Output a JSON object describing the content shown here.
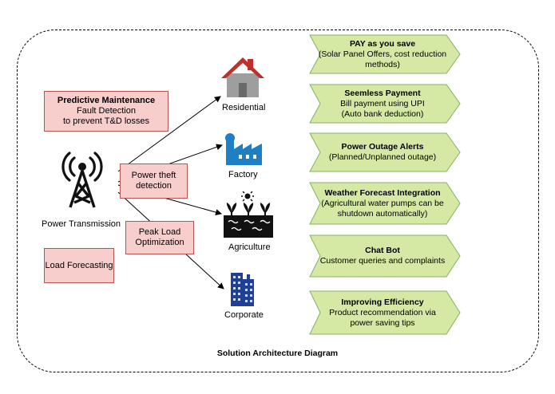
{
  "left_boxes": {
    "predictive": {
      "title": "Predictive Maintenance",
      "line1": "Fault Detection",
      "line2": "to prevent T&D losses"
    },
    "theft": {
      "line1": "Power theft",
      "line2": "detection"
    },
    "peak": {
      "line1": "Peak Load",
      "line2": "Optimization"
    },
    "forecast": {
      "label": "Load Forecasting"
    }
  },
  "source": {
    "label": "Power Transmission",
    "icon": "tower-icon"
  },
  "consumers": {
    "residential": {
      "label": "Residential",
      "icon": "house-icon"
    },
    "factory": {
      "label": "Factory",
      "icon": "factory-icon"
    },
    "agriculture": {
      "label": "Agriculture",
      "icon": "plants-icon"
    },
    "corporate": {
      "label": "Corporate",
      "icon": "buildings-icon"
    }
  },
  "features": [
    {
      "title": "PAY as you save",
      "desc1": "(Solar Panel Offers, cost reduction",
      "desc2": "methods)"
    },
    {
      "title": "Seemless Payment",
      "desc1": "Bill payment using UPI",
      "desc2": "(Auto bank deduction)"
    },
    {
      "title": "Power Outage Alerts",
      "desc1": "(Planned/Unplanned outage)",
      "desc2": ""
    },
    {
      "title": "Weather Forecast Integration",
      "desc1": "(Agricultural water pumps can be",
      "desc2": "shutdown automatically)"
    },
    {
      "title": "Chat Bot",
      "desc1": "Customer queries and complaints",
      "desc2": ""
    },
    {
      "title": "Improving Efficiency",
      "desc1": "Product recommendation via",
      "desc2": "power saving tips"
    }
  ],
  "caption": "Solution Architecture Diagram",
  "colors": {
    "pink_fill": "#f8cecc",
    "pink_border": "#b85450",
    "green_fill": "#d5e8a4",
    "green_border": "#82b366",
    "roof": "#c0302a",
    "house": "#9e9e9e",
    "factory": "#1e7fc4",
    "building": "#1f3f9a"
  }
}
